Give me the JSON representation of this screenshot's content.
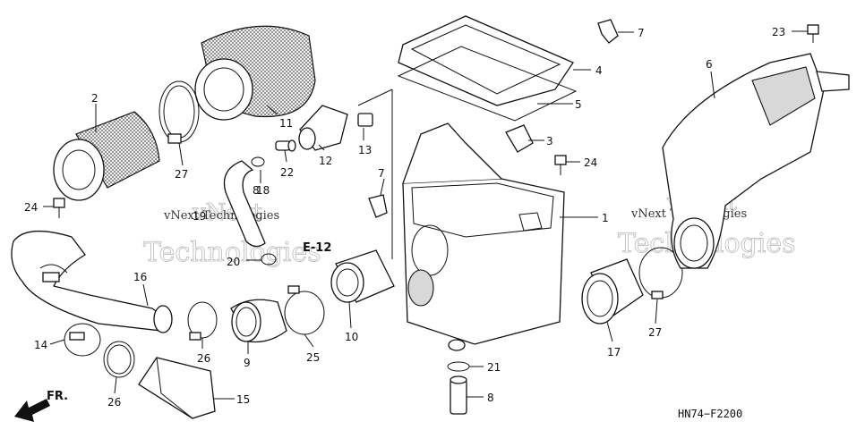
{
  "diagram": {
    "drawing_code": "HN74−F2200",
    "direction_label": "FR.",
    "reference_label": "E-12",
    "watermark_primary": "vNext Technologies",
    "watermark_line1": "vNext",
    "watermark_line2": "Technologies",
    "callouts": {
      "p1": "1",
      "p2": "2",
      "p3": "3",
      "p4": "4",
      "p5": "5",
      "p6": "6",
      "p7a": "7",
      "p7b": "7",
      "p8a": "8",
      "p8b": "8",
      "p9": "9",
      "p10": "10",
      "p11": "11",
      "p12": "12",
      "p13": "13",
      "p14": "14",
      "p15": "15",
      "p16": "16",
      "p17": "17",
      "p18": "18",
      "p19": "19",
      "p20": "20",
      "p21": "21",
      "p22": "22",
      "p23": "23",
      "p24a": "24",
      "p24b": "24",
      "p25": "25",
      "p26a": "26",
      "p26b": "26",
      "p27a": "27",
      "p27b": "27"
    }
  }
}
